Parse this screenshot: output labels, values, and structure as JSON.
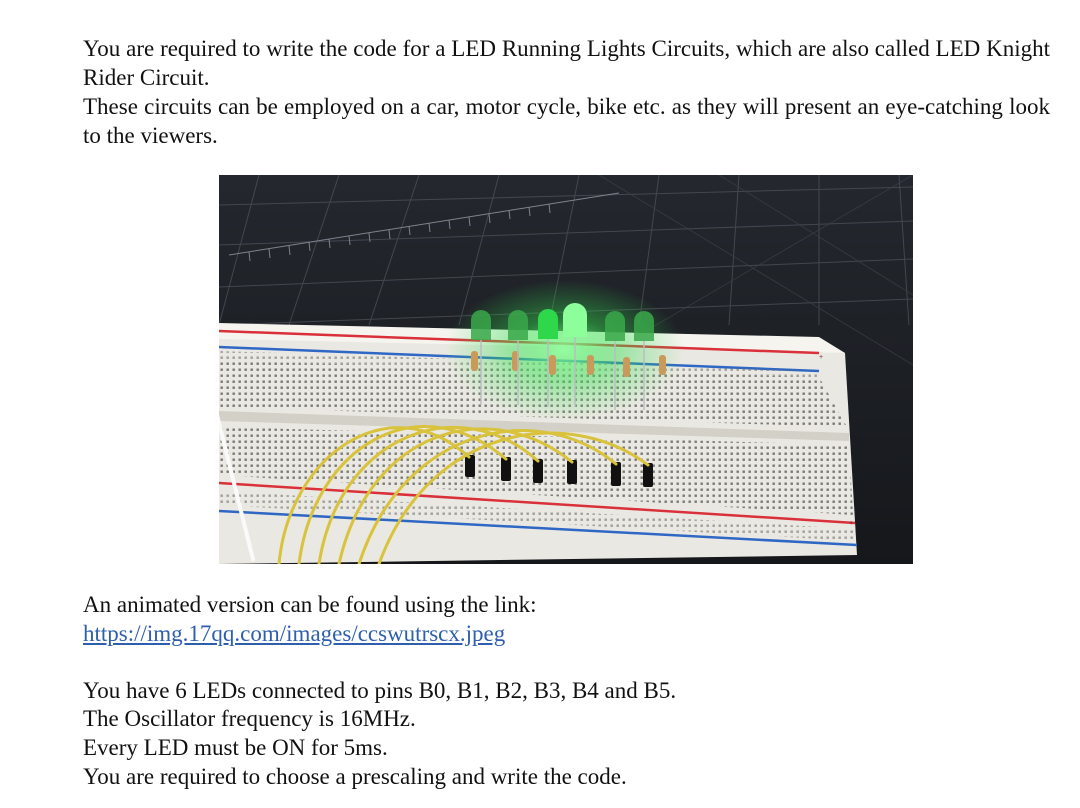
{
  "intro": {
    "paragraph1": "You are required to write the code for a LED Running Lights Circuits, which are also called LED Knight Rider Circuit.",
    "paragraph2": "These circuits can be employed on a car, motor cycle, bike etc. as they will present an eye-catching look to the viewers."
  },
  "photo": {
    "led_count": 6,
    "led_color": "#2fd84a",
    "wire_color": "#d9c23c",
    "mat_color": "#1c1f24",
    "board_color": "#eae8e2",
    "rail_red": "#d9303a",
    "rail_blue": "#2f67c4"
  },
  "animation": {
    "intro": "An animated version can be found using the link:",
    "link_text": "https://img.17qq.com/images/ccswutrscx.jpeg"
  },
  "spec": {
    "line1": "You have 6 LEDs connected to pins B0, B1, B2, B3, B4 and B5.",
    "line2": "The Oscillator frequency is 16MHz.",
    "line3": "Every LED must be ON for 5ms.",
    "line4": "You are required to choose a prescaling and write the code."
  }
}
